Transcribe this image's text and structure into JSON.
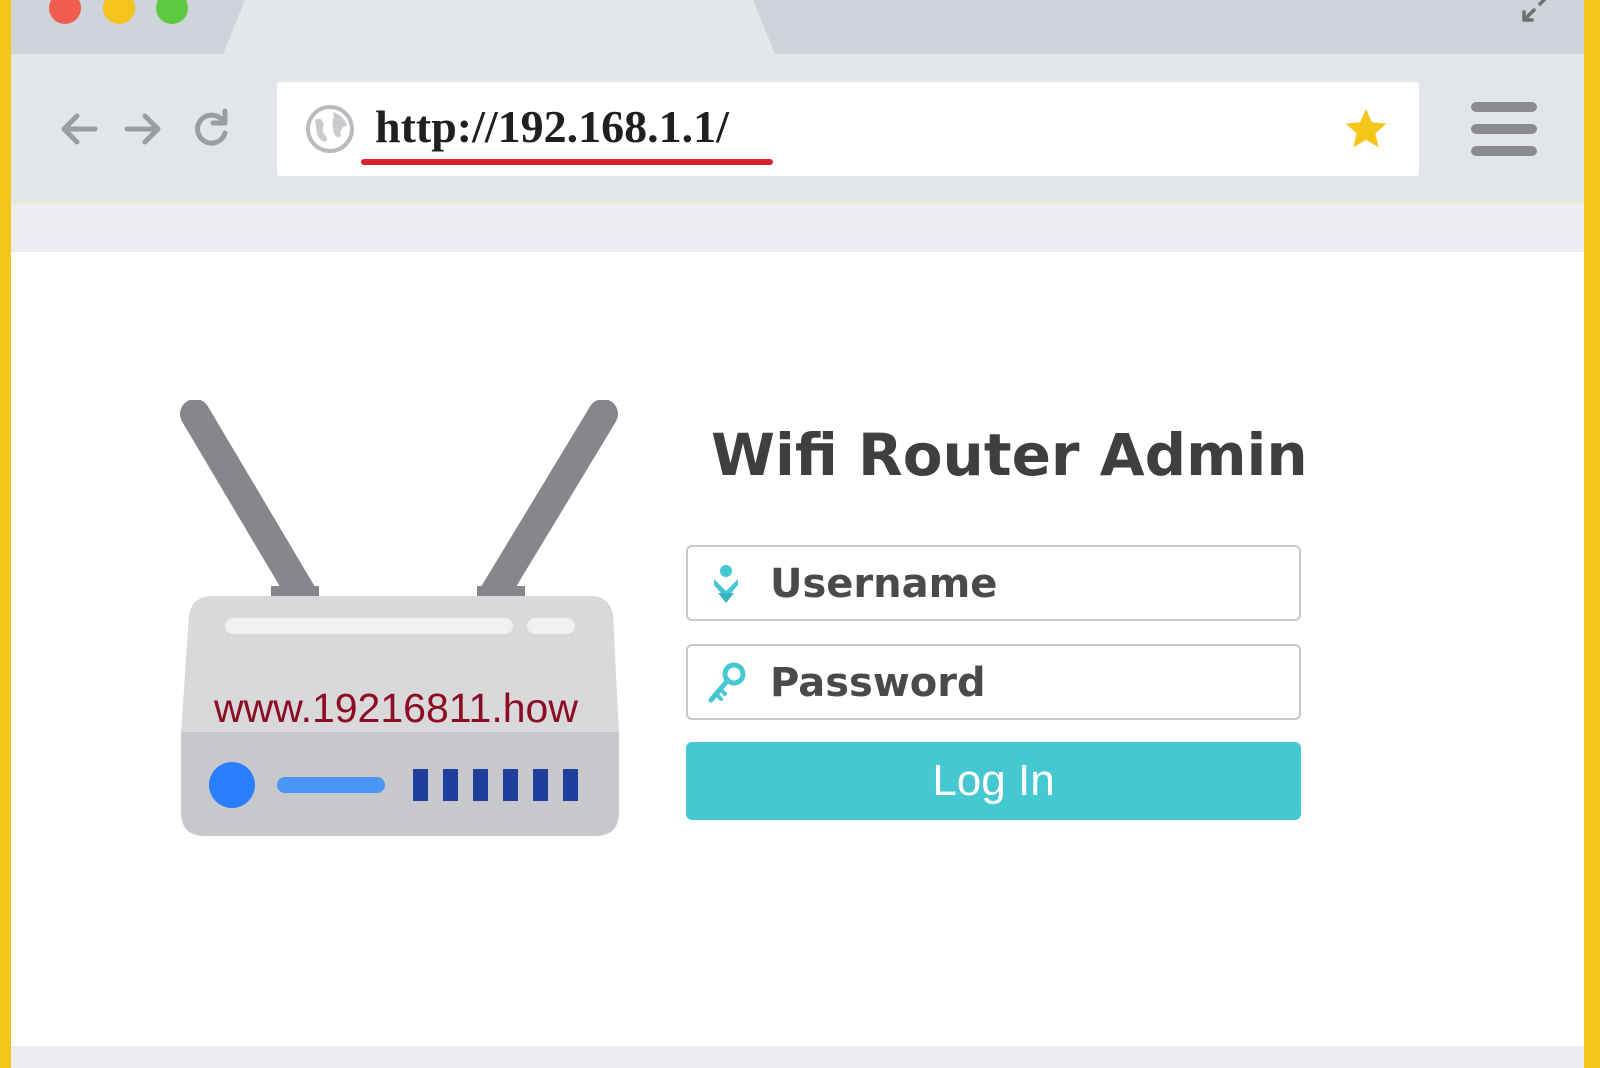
{
  "browser": {
    "address_bar": {
      "url": "http://192.168.1.1/"
    },
    "icons": {
      "back": "arrow-left-icon",
      "forward": "arrow-right-icon",
      "reload": "reload-icon",
      "site": "globe-icon",
      "bookmark": "star-icon",
      "menu": "hamburger-menu-icon",
      "window_resize": "expand-arrows-icon"
    }
  },
  "router": {
    "label": "www.19216811.how"
  },
  "login": {
    "title": "Wifi Router Admin",
    "username_placeholder": "Username",
    "password_placeholder": "Password",
    "submit_label": "Log In"
  },
  "colors": {
    "frame": "#f5c518",
    "accent": "#46c8d3",
    "url_underline": "#d8222e",
    "star": "#f5c518",
    "router_label": "#8c0c23",
    "router_led": "#2a7fff",
    "router_ports": "#1e3f9c"
  }
}
